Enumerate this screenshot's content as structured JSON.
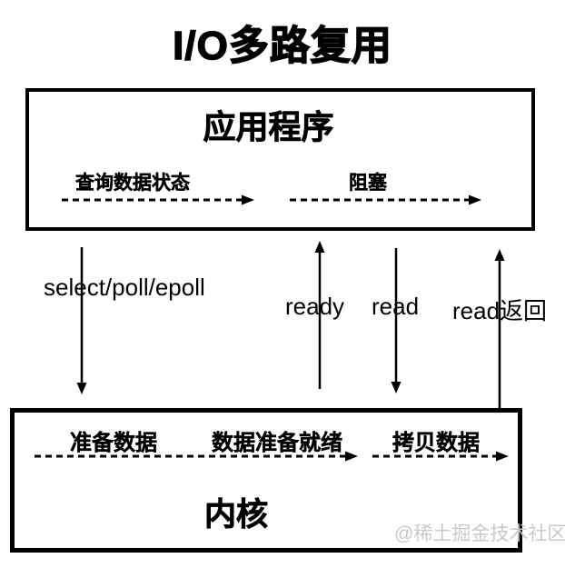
{
  "title": "I/O多路复用",
  "application_box": {
    "title": "应用程序",
    "steps": [
      {
        "label": "查询数据状态"
      },
      {
        "label": "阻塞"
      }
    ]
  },
  "transition_arrows": [
    {
      "label": "select/poll/epoll",
      "direction": "down"
    },
    {
      "label": "ready",
      "direction": "up"
    },
    {
      "label": "read",
      "direction": "down"
    },
    {
      "label": "read返回",
      "direction": "up"
    }
  ],
  "kernel_box": {
    "title": "内核",
    "steps": [
      {
        "label": "准备数据"
      },
      {
        "label": "数据准备就绪"
      },
      {
        "label": "拷贝数据"
      }
    ]
  },
  "watermark": "@稀土掘金技术社区",
  "colors": {
    "line": "#000000",
    "background": "#ffffff",
    "watermark": "#c9c9c9"
  }
}
